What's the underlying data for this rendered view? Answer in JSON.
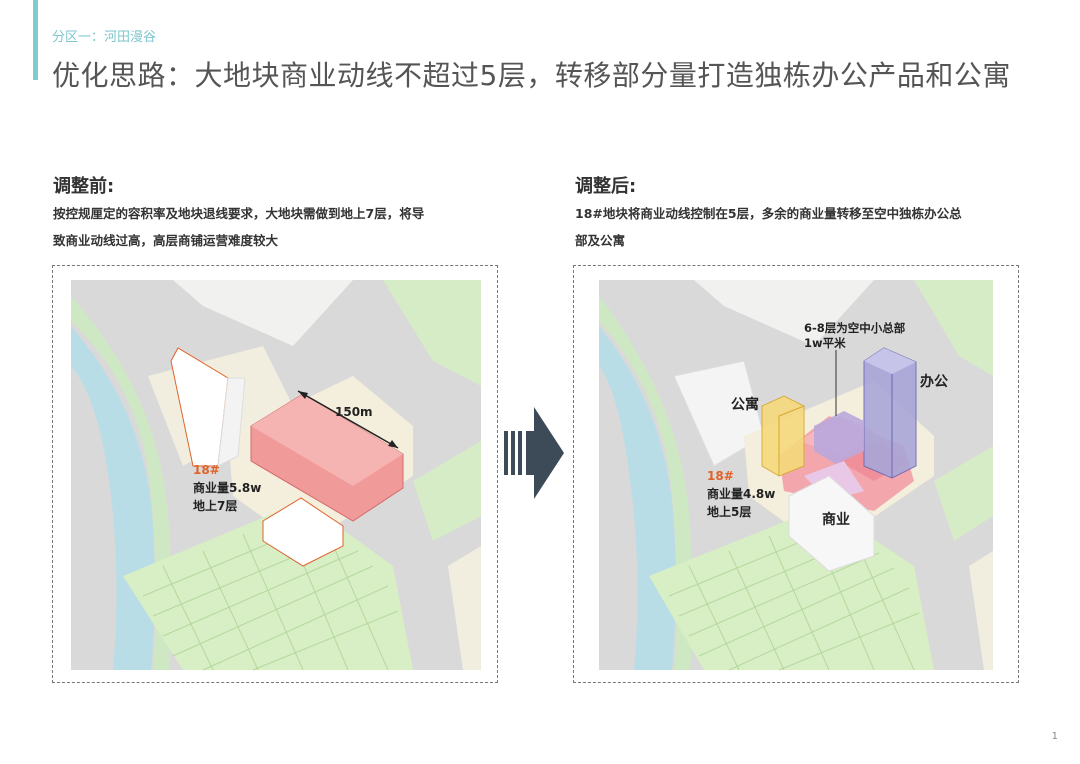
{
  "header": {
    "section_label": "分区一：河田漫谷",
    "title": "优化思路：大地块商业动线不超过5层，转移部分量打造独栋办公产品和公寓"
  },
  "before": {
    "heading": "调整前:",
    "description_line1": "按控规厘定的容积率及地块退线要求，大地块需做到地上7层，将导",
    "description_line2": "致商业动线过高，高层商铺运营难度较大",
    "map": {
      "dimension_label": "150m",
      "plot_id": "18#",
      "area_label": "商业量5.8w",
      "floors_label": "地上7层"
    }
  },
  "after": {
    "heading": "调整后:",
    "description_line1": "18#地块将商业动线控制在5层，多余的商业量转移至空中独栋办公总",
    "description_line2": "部及公寓",
    "map": {
      "callout_line1": "6-8层为空中小总部",
      "callout_line2": "1w平米",
      "office_label": "办公",
      "apartment_label": "公寓",
      "plot_id": "18#",
      "area_label": "商业量4.8w",
      "floors_label": "地上5层",
      "commercial_label": "商业"
    }
  },
  "page_number": "1",
  "colors": {
    "accent": "#7ecbd0",
    "plot_label": "#e0622a",
    "arrow": "#3d4b59"
  }
}
